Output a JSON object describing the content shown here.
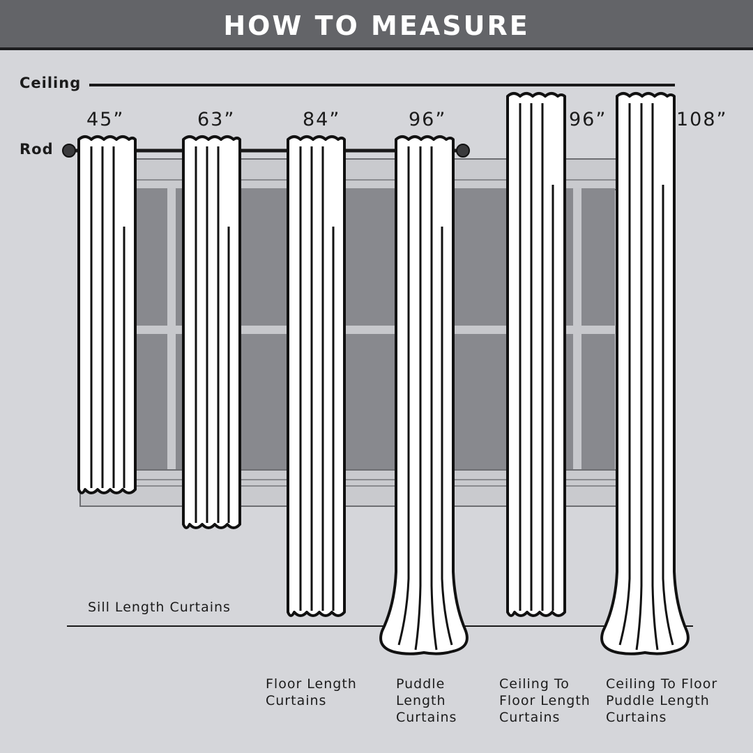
{
  "header": {
    "title": "HOW TO MEASURE"
  },
  "labels": {
    "ceiling": "Ceiling",
    "rod": "Rod",
    "sill": "Sill Length Curtains"
  },
  "lengths": [
    "45”",
    "63”",
    "84”",
    "96”",
    "96”",
    "108”"
  ],
  "captions": {
    "floor": [
      "Floor Length",
      "Curtains"
    ],
    "puddle": [
      "Puddle",
      "Length",
      "Curtains"
    ],
    "ceiling_floor": [
      "Ceiling To",
      "Floor Length",
      "Curtains"
    ],
    "ceiling_puddle": [
      "Ceiling To Floor",
      "Puddle Length",
      "Curtains"
    ]
  },
  "colors": {
    "banner": "#636468",
    "background": "#d5d6da",
    "window_glass": "#8a8b90",
    "window_frame": "#c7c8cc",
    "curtain": "#ffffff",
    "outline": "#111111"
  }
}
